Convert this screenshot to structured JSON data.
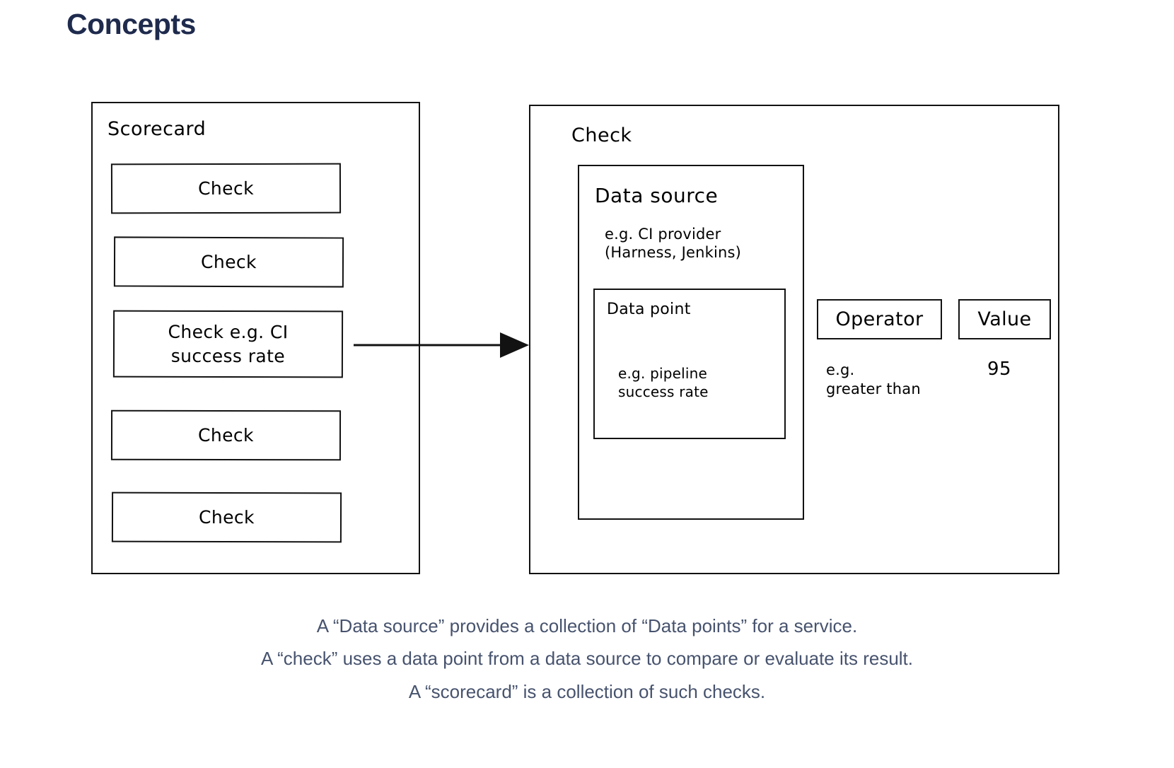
{
  "page": {
    "title": "Concepts",
    "title_color": "#1f2b4d",
    "background": "#ffffff",
    "stroke_color": "#121212"
  },
  "scorecard": {
    "title": "Scorecard",
    "checks": [
      {
        "label": "Check"
      },
      {
        "label": "Check"
      },
      {
        "label": "Check e.g. CI\nsuccess rate"
      },
      {
        "label": "Check"
      },
      {
        "label": "Check"
      }
    ]
  },
  "connector": {
    "name": "arrow-right",
    "direction": "right",
    "from": "scorecard-check-ci-success-rate",
    "to": "check-detail"
  },
  "check_detail": {
    "title": "Check",
    "data_source": {
      "title": "Data source",
      "example": "e.g. CI provider\n(Harness, Jenkins)",
      "data_point": {
        "title": "Data point",
        "example": "e.g. pipeline\nsuccess rate"
      }
    },
    "operator": {
      "label": "Operator",
      "example": "e.g.\ngreater than"
    },
    "value": {
      "label": "Value",
      "example": "95"
    }
  },
  "caption": {
    "color": "#47536e",
    "lines": [
      "A “Data source” provides a collection of “Data points” for a service.",
      "A “check” uses a data point from a data source to compare or evaluate its result.",
      "A “scorecard” is a collection of such checks."
    ]
  }
}
